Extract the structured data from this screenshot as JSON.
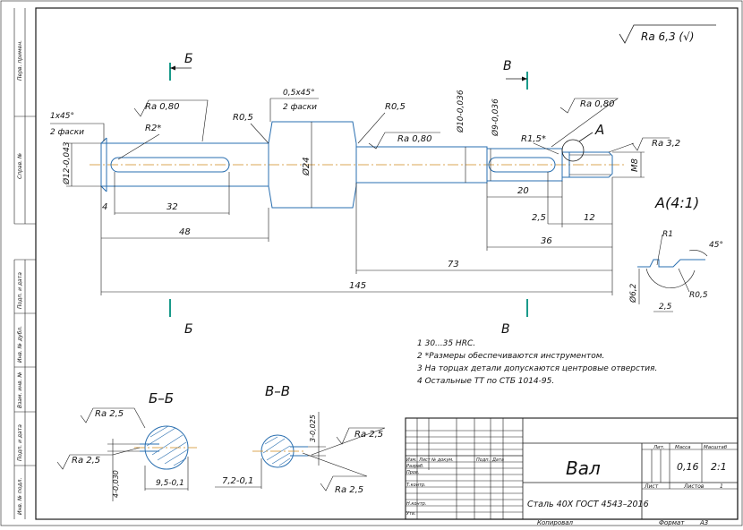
{
  "roughness_general": "Ra 6,3 (√)",
  "left_strip": {
    "perv_primen": "Перв. примен.",
    "sprav_no": "Справ. №",
    "podp_data_1": "Подп. и дата",
    "inv_dubl": "Инв. № дубл.",
    "vzam_inv": "Взам. инв. №",
    "podp_data_2": "Подп. и дата",
    "inv_podl": "Инв. № подл."
  },
  "section_marks": {
    "b_top": "Б",
    "b_bottom": "Б",
    "v_top": "В",
    "v_bottom": "В",
    "a_mark": "А"
  },
  "main_view": {
    "chamfer_left": "1x45°",
    "chamfer_left_count": "2 фаски",
    "chamfer_mid": "0,5x45°",
    "chamfer_mid_count": "2 фаски",
    "ra_left": "Ra 0,80",
    "ra_mid": "Ra 0,80",
    "ra_right": "Ra 0,80",
    "ra_thread": "Ra 3,2",
    "r2": "R2*",
    "r05_left": "R0,5",
    "r05_mid": "R0,5",
    "r15": "R1,5*",
    "d12": "Ø12-0,043",
    "d24": "Ø24",
    "d10": "Ø10-0,036",
    "d9": "Ø9-0,036",
    "m8": "M8",
    "dim_4": "4",
    "dim_32": "32",
    "dim_48": "48",
    "dim_20": "20",
    "dim_25": "2,5",
    "dim_12": "12",
    "dim_36": "36",
    "dim_73": "73",
    "dim_145": "145"
  },
  "detail_a": {
    "title": "А(4:1)",
    "r1": "R1",
    "angle": "45°",
    "r05": "R0,5",
    "d62": "Ø6,2",
    "dim_25": "2,5"
  },
  "notes": [
    "1  30...35 HRC.",
    "2  *Размеры обеспечиваются инструментом.",
    "3  На торцах детали допускаются центровые отверстия.",
    "4  Остальные ТТ по СТБ 1014-95."
  ],
  "section_bb": {
    "title": "Б–Б",
    "ra_top": "Ra 2,5",
    "ra_left": "Ra 2,5",
    "tol": "4-0,030",
    "dim_95": "9,5-0,1"
  },
  "section_vv": {
    "title": "В–В",
    "ra_top": "Ra 2,5",
    "ra_bottom": "Ra 2,5",
    "tol": "3-0,025",
    "dim_72": "7,2-0,1"
  },
  "title_block": {
    "name": "Вал",
    "material": "Сталь 40Х ГОСТ 4543–2016",
    "mass_header": "Масса",
    "scale_header": "Масштаб",
    "lit_header": "Лит.",
    "mass": "0,16",
    "scale": "2:1",
    "sheet": "Лист",
    "sheets": "Листов",
    "sheets_count": "1",
    "row_headers": [
      "Изм.",
      "Лист",
      "№ докум.",
      "Подп.",
      "Дата"
    ],
    "roles": [
      "Разраб.",
      "Пров.",
      "Т.контр.",
      "",
      "Н.контр.",
      "Утв."
    ]
  },
  "footer": {
    "kopiroval": "Копировал",
    "format": "Формат",
    "format_value": "А3"
  }
}
